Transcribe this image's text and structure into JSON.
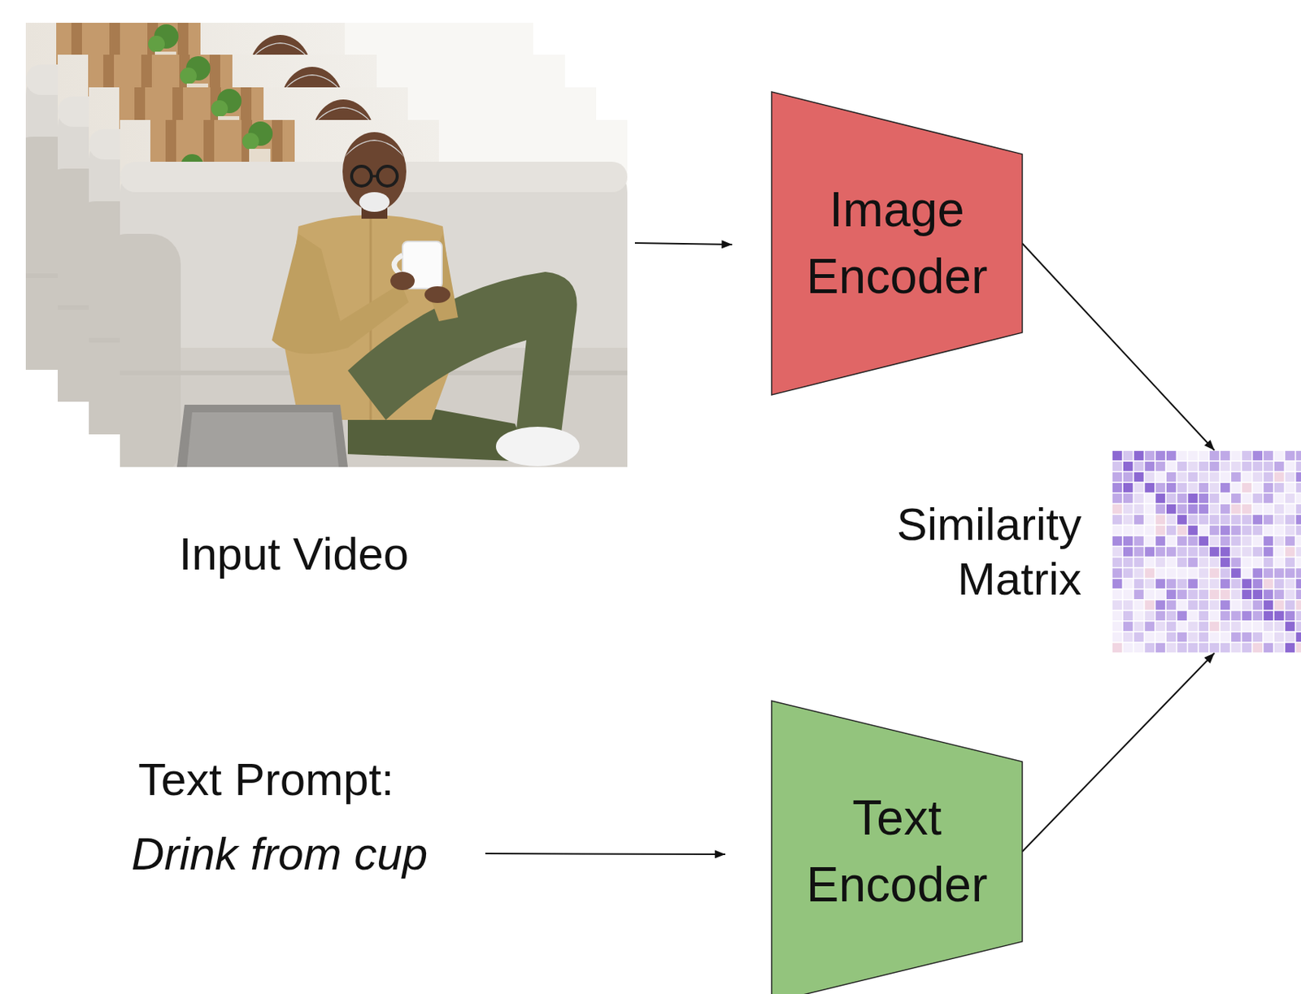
{
  "diagram": {
    "nodes": [
      {
        "text": [
          "Image Encoder"
        ]
      },
      {
        "text": [
          "Similarity Matrix"
        ]
      },
      {
        "text": [
          "Text Encoder"
        ]
      }
    ],
    "edges": [
      {
        "from": 0,
        "to": 1,
        "arrow": "to"
      },
      {
        "from": 2,
        "to": 1,
        "arrow": "to"
      }
    ],
    "labels": [
      "Input Video",
      "Text Prompt:",
      "Drink from cup"
    ]
  }
}
